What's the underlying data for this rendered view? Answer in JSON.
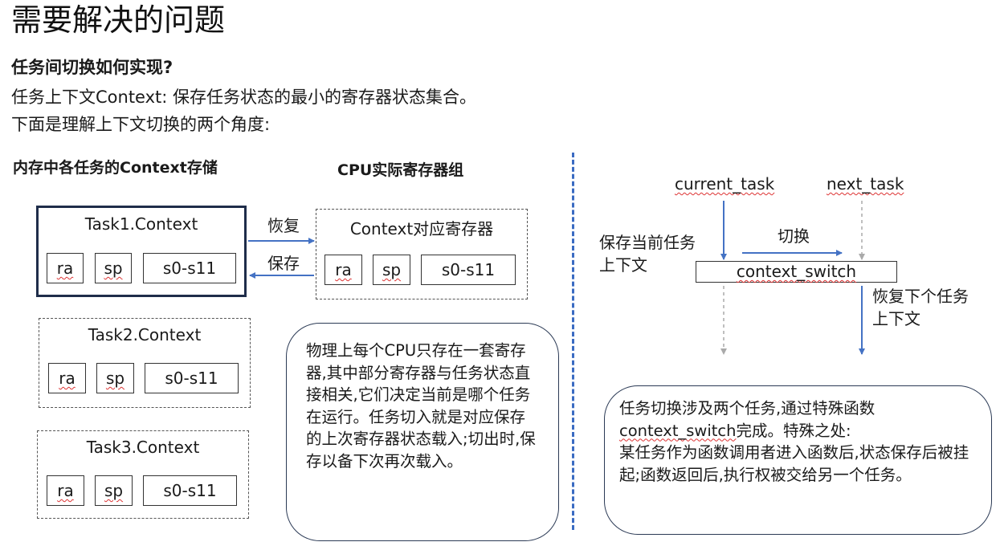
{
  "title": "需要解决的问题",
  "subtitle": "任务间切换如何实现?",
  "lines": [
    "任务上下文Context: 保存任务状态的最小的寄存器状态集合。",
    "下面是理解上下文切换的两个角度:"
  ],
  "left": {
    "heading_memory": "内存中各任务的Context存储",
    "heading_cpu": "CPU实际寄存器组",
    "tasks": [
      {
        "label": "Task1.Context",
        "regs": [
          "ra",
          "sp",
          "s0-s11"
        ]
      },
      {
        "label": "Task2.Context",
        "regs": [
          "ra",
          "sp",
          "s0-s11"
        ]
      },
      {
        "label": "Task3.Context",
        "regs": [
          "ra",
          "sp",
          "s0-s11"
        ]
      }
    ],
    "cpu_box": {
      "label": "Context对应寄存器",
      "regs": [
        "ra",
        "sp",
        "s0-s11"
      ]
    },
    "arrow_restore": "恢复",
    "arrow_save": "保存",
    "note": "物理上每个CPU只存在一套寄存器,其中部分寄存器与任务状态直接相关,它们决定当前是哪个任务在运行。任务切入就是对应保存的上次寄存器状态载入;切出时,保存以备下次再次载入。"
  },
  "right": {
    "current_task": "current_task",
    "next_task": "next_task",
    "save_label_1": "保存当前任务",
    "save_label_2": "上下文",
    "switch_label": "切换",
    "context_switch": "context_switch",
    "restore_label_1": "恢复下个任务",
    "restore_label_2": "上下文",
    "note_1": "任务切换涉及两个任务,通过特殊函数",
    "note_2_code": "context_switch",
    "note_2_rest": "完成。特殊之处:",
    "note_3": "某任务作为函数调用者进入函数后,状态保存后被挂起;函数返回后,执行权被交给另一个任务。"
  },
  "colors": {
    "arrow_blue": "#4472c4",
    "divider": "#3a6bc2",
    "grey_dash": "#aaaaaa"
  }
}
